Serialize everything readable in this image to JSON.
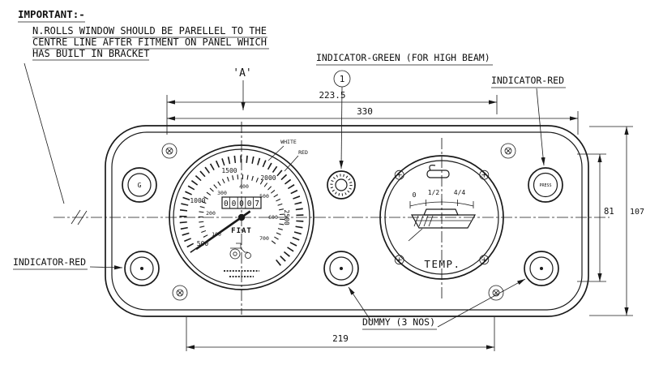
{
  "note": {
    "title": "IMPORTANT:-",
    "line1": "N.ROLLS WINDOW SHOULD BE PARELLEL TO THE",
    "line2": "CENTRE LINE AFTER FITMENT ON PANEL WHICH",
    "line3": "HAS BUILT IN BRACKET"
  },
  "callouts": {
    "indicator_green": "INDICATOR-GREEN (FOR HIGH BEAM)",
    "indicator_red_top": "INDICATOR-RED",
    "indicator_red_left": "INDICATOR-RED",
    "dummy": "DUMMY (3 NOS)",
    "section_a": "'A'",
    "balloon_1": "1"
  },
  "dimensions": {
    "width_inner": "223.5",
    "width_outer": "330",
    "height_window": "81",
    "height_panel": "107",
    "width_bottom": "219"
  },
  "speedometer": {
    "outer_scale": [
      "500",
      "1000",
      "1500",
      "2000",
      "2500"
    ],
    "inner_scale": [
      "100",
      "200",
      "300",
      "400",
      "500",
      "600",
      "700"
    ],
    "odometer": "00007",
    "brand": "FIAT",
    "band_white_label": "WHITE",
    "band_red_label": "RED"
  },
  "fuel_gauge": {
    "tick_zero": "0",
    "tick_half": "1/2",
    "tick_full": "4/4",
    "label": "TEMP."
  },
  "lamps": {
    "left": "G",
    "right": "PRESS"
  },
  "colors": {
    "line": "#1a1a1a",
    "background": "#ffffff"
  }
}
